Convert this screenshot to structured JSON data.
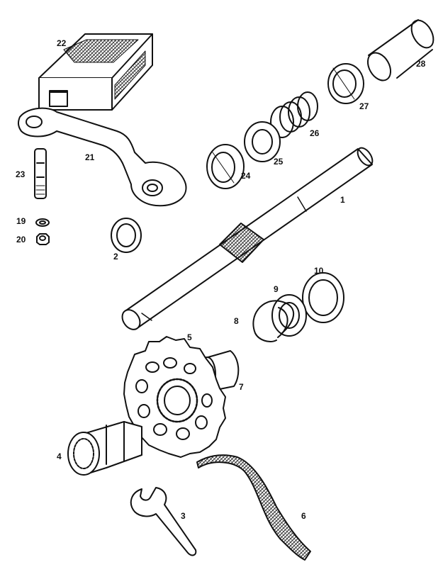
{
  "diagram": {
    "type": "exploded parts drawing",
    "line_color": "#111111",
    "background": "#ffffff",
    "parts": [
      {
        "number": "1",
        "icon": "shaft-with-pinion"
      },
      {
        "number": "2",
        "icon": "spacer-ring"
      },
      {
        "number": "3",
        "icon": "fork-spanner"
      },
      {
        "number": "4",
        "icon": "splined-sleeve"
      },
      {
        "number": "5",
        "icon": "sprocket"
      },
      {
        "number": "6",
        "icon": "chain"
      },
      {
        "number": "7",
        "icon": "sprocket-hub"
      },
      {
        "number": "8",
        "icon": "circlip"
      },
      {
        "number": "9",
        "icon": "washer"
      },
      {
        "number": "10",
        "icon": "washer"
      },
      {
        "number": "19",
        "icon": "washer"
      },
      {
        "number": "20",
        "icon": "nut"
      },
      {
        "number": "21",
        "icon": "crank-arm"
      },
      {
        "number": "22",
        "icon": "pedal"
      },
      {
        "number": "23",
        "icon": "cotter-pin"
      },
      {
        "number": "24",
        "icon": "bearing-cup"
      },
      {
        "number": "25",
        "icon": "washer"
      },
      {
        "number": "26",
        "icon": "spring"
      },
      {
        "number": "27",
        "icon": "bearing-cup"
      },
      {
        "number": "28",
        "icon": "sleeve"
      }
    ]
  }
}
